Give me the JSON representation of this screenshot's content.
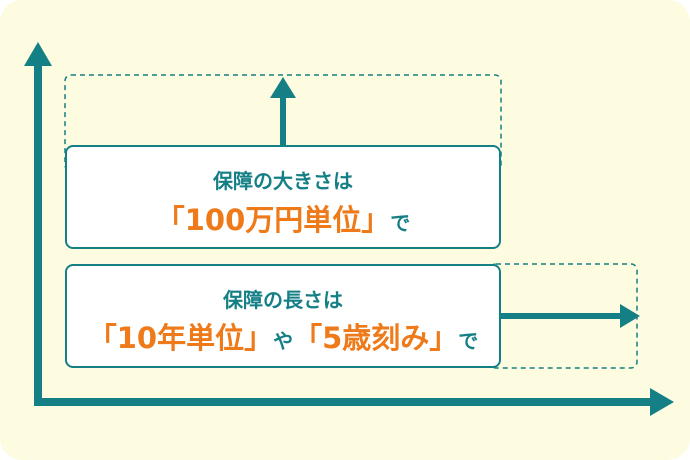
{
  "diagram": {
    "colors": {
      "background": "#fdfbe0",
      "accent": "#157f86",
      "emphasis": "#ee7a1a",
      "box_fill": "#ffffff"
    },
    "boxes": {
      "size": {
        "heading": "保障の大きさは",
        "emphasis": "「100万円単位」",
        "tail": "で"
      },
      "length": {
        "heading": "保障の長さは",
        "emphasis_1": "「10年単位」",
        "joiner": "や",
        "emphasis_2": "「5歳刻み」",
        "tail": "で"
      }
    }
  }
}
